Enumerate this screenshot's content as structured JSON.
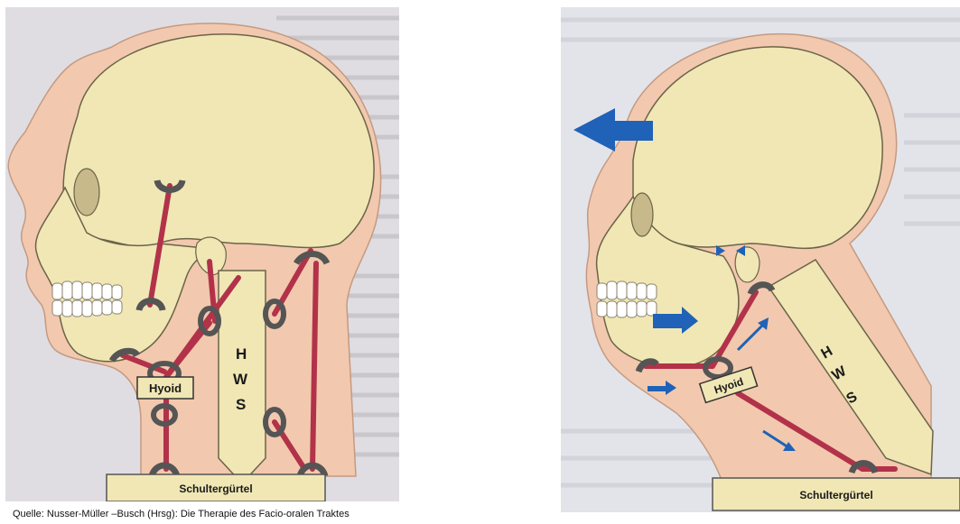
{
  "figure_left": {
    "hyoid_label": "Hyoid",
    "spine_letters": [
      "H",
      "W",
      "S"
    ],
    "shoulder_label": "Schultergürtel"
  },
  "figure_right": {
    "hyoid_label": "Hyoid",
    "spine_letters": [
      "H",
      "W",
      "S"
    ],
    "shoulder_label": "Schultergürtel"
  },
  "source_text": "Quelle: Nusser-Müller –Busch (Hrsg):  Die Therapie des Facio-oralen Traktes",
  "colors": {
    "skin": "#f2c9ae",
    "bone": "#f0e7b5",
    "muscle": "#b2324a",
    "arrow": "#1f62b7",
    "background_text_page": "#dfdde2"
  }
}
